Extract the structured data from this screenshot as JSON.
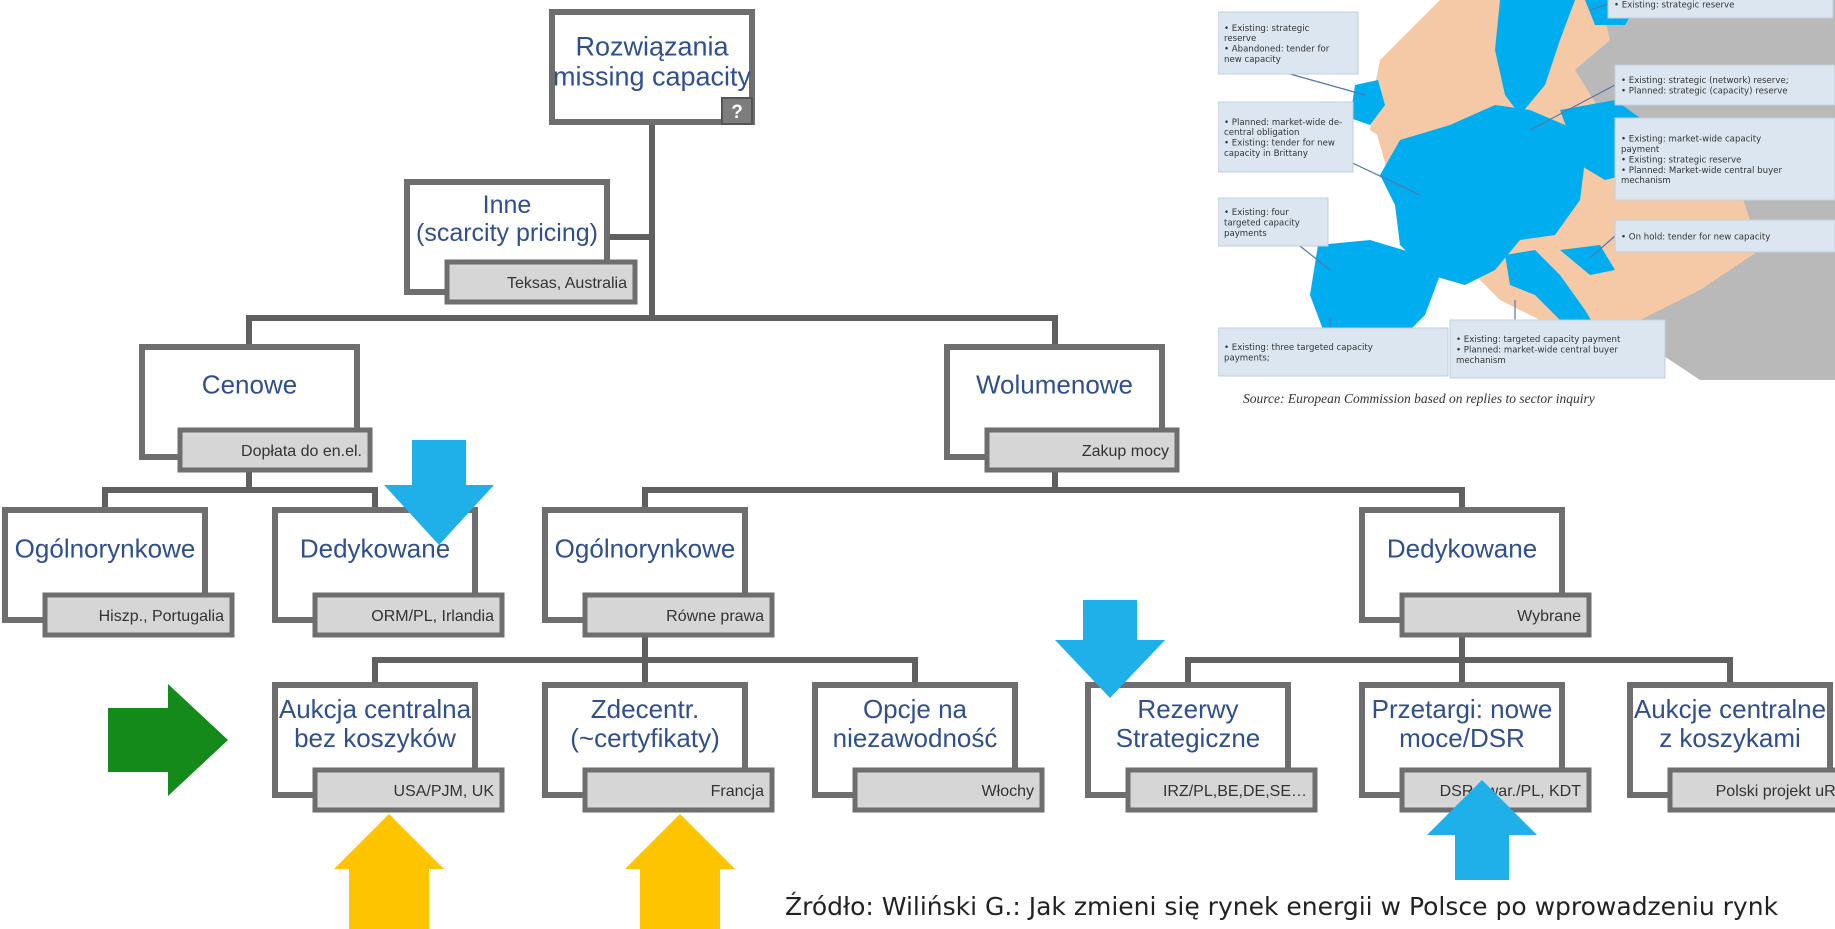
{
  "colors": {
    "box_border": "#6e6e6e",
    "title_text": "#2f4f8f",
    "tag_fill": "#d6d6d6",
    "connector": "#606060",
    "arrow_blue": "#1fb0ea",
    "arrow_green": "#138a1a",
    "arrow_yellow": "#ffc400",
    "map_highlight": "#00aeef",
    "map_other": "#f6c9a6",
    "map_gray": "#b9b9b9",
    "map_box": "#dce6f0"
  },
  "tree": {
    "root": {
      "title": [
        "Rozwiązania",
        "missing capacity"
      ],
      "badge": "?"
    },
    "other": {
      "title": [
        "Inne",
        "(scarcity pricing)"
      ],
      "tag": "Teksas, Australia"
    },
    "price": {
      "title": [
        "Cenowe"
      ],
      "tag": "Dopłata do en.el."
    },
    "volume": {
      "title": [
        "Wolumenowe"
      ],
      "tag": "Zakup mocy"
    },
    "price_market_wide": {
      "title": [
        "Ogólnorynkowe"
      ],
      "tag": "Hiszp., Portugalia"
    },
    "price_dedicated": {
      "title": [
        "Dedykowane"
      ],
      "tag": "ORM/PL, Irlandia"
    },
    "volume_market_wide": {
      "title": [
        "Ogólnorynkowe"
      ],
      "tag": "Równe prawa"
    },
    "volume_dedicated": {
      "title": [
        "Dedykowane"
      ],
      "tag": "Wybrane"
    },
    "central_auction": {
      "title": [
        "Aukcja centralna",
        "bez koszyków"
      ],
      "tag": "USA/PJM, UK"
    },
    "decentralised": {
      "title": [
        "Zdecentr.",
        "(~certyfikaty)"
      ],
      "tag": "Francja"
    },
    "reliability_options": {
      "title": [
        "Opcje na",
        "niezawodność"
      ],
      "tag": "Włochy"
    },
    "strategic_reserves": {
      "title": [
        "Rezerwy",
        "Strategiczne"
      ],
      "tag": "IRZ/PL,BE,DE,SE…"
    },
    "tenders": {
      "title": [
        "Przetargi: nowe",
        "moce/DSR"
      ],
      "tag": "DSR gwar./PL, KDT"
    },
    "central_auctions_baskets": {
      "title": [
        "Aukcje centralne",
        "z koszykami"
      ],
      "tag": "Polski projekt uRM"
    }
  },
  "map": {
    "callouts": [
      {
        "id": "top-right",
        "lines": [
          "•  Existing: strategic reserve"
        ]
      },
      {
        "id": "ireland",
        "lines": [
          "•  Existing: strategic",
          "    reserve",
          "•  Abandoned: tender for",
          "    new capacity"
        ]
      },
      {
        "id": "germany",
        "lines": [
          "•  Existing: strategic (network) reserve;",
          "•  Planned: strategic (capacity) reserve"
        ]
      },
      {
        "id": "france",
        "lines": [
          "•  Planned: market-wide de-",
          "    central obligation",
          "•  Existing: tender for new",
          "    capacity in Brittany"
        ]
      },
      {
        "id": "poland",
        "lines": [
          "•  Existing: market-wide capacity",
          "    payment",
          "•  Existing: strategic reserve",
          "•  Planned: Market-wide central buyer",
          "    mechanism"
        ]
      },
      {
        "id": "spain",
        "lines": [
          "•  Existing: four",
          "    targeted capacity",
          "    payments"
        ]
      },
      {
        "id": "croatia",
        "lines": [
          "•  On hold: tender for new capacity"
        ]
      },
      {
        "id": "portugal",
        "lines": [
          "•  Existing: three targeted capacity",
          "    payments;"
        ]
      },
      {
        "id": "italy",
        "lines": [
          "•  Existing: targeted capacity payment",
          "•  Planned: market-wide central buyer",
          "    mechanism"
        ]
      }
    ],
    "source": "Source: European Commission based on replies to sector inquiry"
  },
  "citation": "Źródło: Wiliński G.: Jak zmieni się rynek energii w Polsce po wprowadzeniu rynk"
}
